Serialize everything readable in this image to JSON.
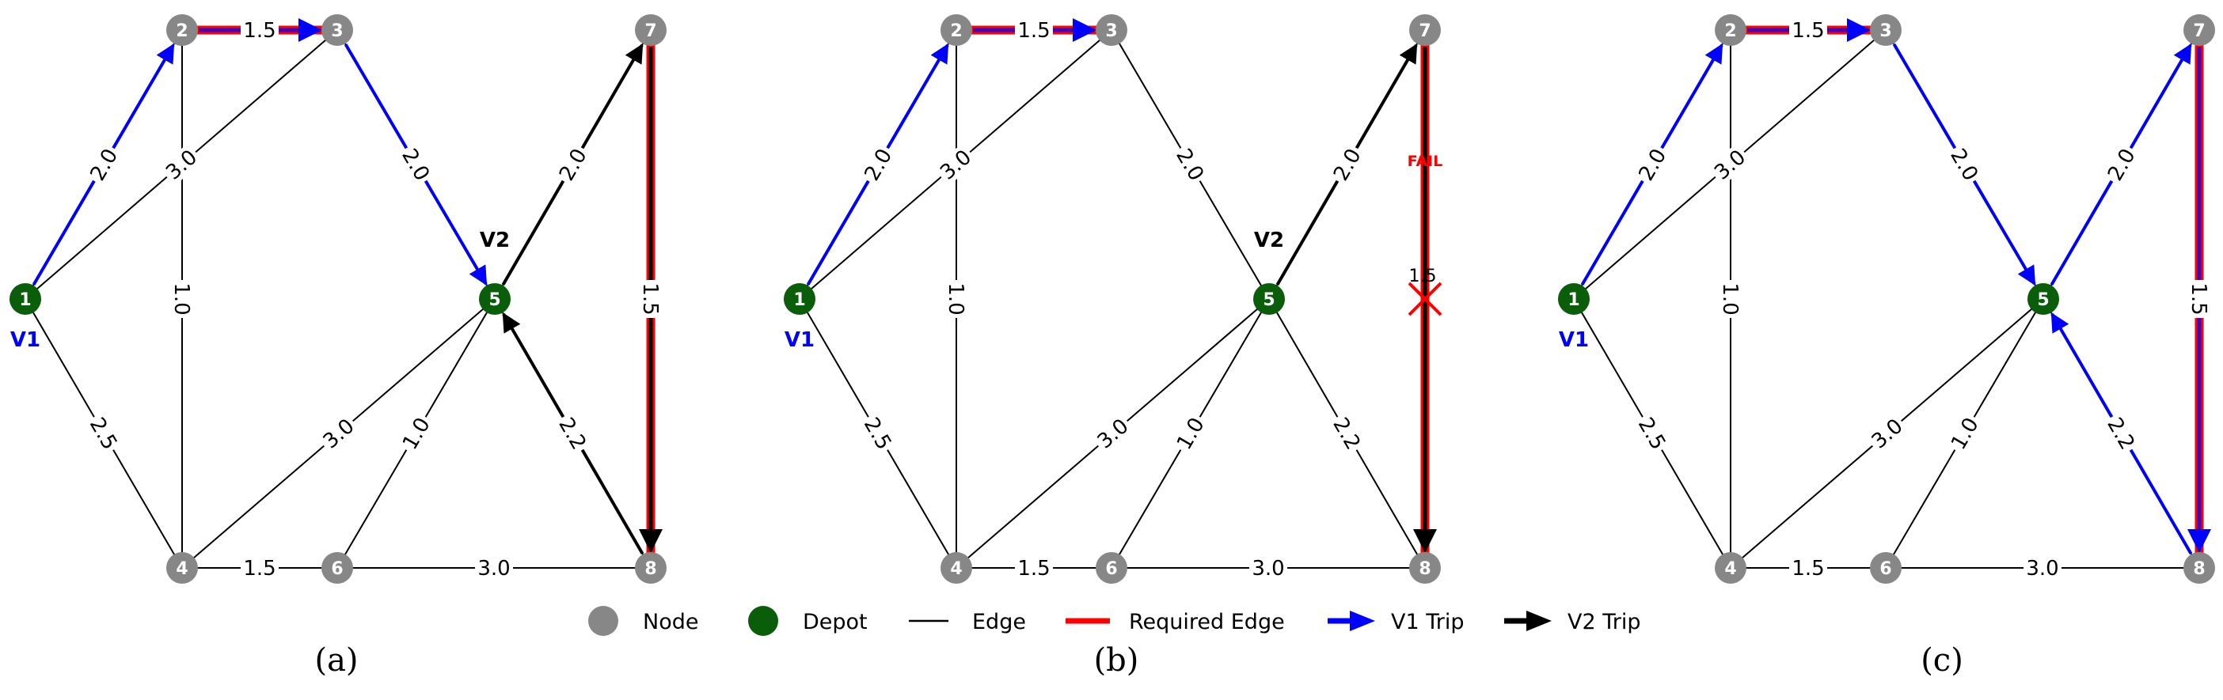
{
  "colors": {
    "node": "#878787",
    "depot": "#0a5e0a",
    "edge": "#000000",
    "required": "#ff0000",
    "v1": "#0000ff",
    "v2": "#000000",
    "fail": "#ff0000",
    "v1_label": "#0000ff",
    "v2_label": "#000000"
  },
  "nodes": [
    {
      "id": "1",
      "label": "1",
      "depot": true
    },
    {
      "id": "2",
      "label": "2",
      "depot": false
    },
    {
      "id": "3",
      "label": "3",
      "depot": false
    },
    {
      "id": "4",
      "label": "4",
      "depot": false
    },
    {
      "id": "5",
      "label": "5",
      "depot": true
    },
    {
      "id": "6",
      "label": "6",
      "depot": false
    },
    {
      "id": "7",
      "label": "7",
      "depot": false
    },
    {
      "id": "8",
      "label": "8",
      "depot": false
    }
  ],
  "edges": [
    {
      "from": "1",
      "to": "2",
      "label": "2.0"
    },
    {
      "from": "1",
      "to": "3",
      "label": "3.0"
    },
    {
      "from": "1",
      "to": "4",
      "label": "2.5"
    },
    {
      "from": "2",
      "to": "3",
      "label": "1.5"
    },
    {
      "from": "2",
      "to": "4",
      "label": "1.0"
    },
    {
      "from": "3",
      "to": "5",
      "label": "2.0"
    },
    {
      "from": "4",
      "to": "5",
      "label": "3.0"
    },
    {
      "from": "4",
      "to": "6",
      "label": "1.5"
    },
    {
      "from": "5",
      "to": "6",
      "label": "1.0"
    },
    {
      "from": "5",
      "to": "7",
      "label": "2.0"
    },
    {
      "from": "5",
      "to": "8",
      "label": "2.2"
    },
    {
      "from": "6",
      "to": "8",
      "label": "3.0"
    },
    {
      "from": "7",
      "to": "8",
      "label": "1.5"
    }
  ],
  "required_edges": [
    [
      "2",
      "3"
    ],
    [
      "7",
      "8"
    ]
  ],
  "panels": [
    {
      "caption": "(a)",
      "trips": [
        {
          "vehicle": "v1",
          "path": [
            "1",
            "2",
            "3",
            "5"
          ]
        },
        {
          "vehicle": "v2",
          "path": [
            "5",
            "7",
            "8",
            "5"
          ]
        }
      ],
      "vehicle_labels": [
        {
          "text": "V1",
          "vehicle": "v1",
          "node": "1",
          "pos": "below"
        },
        {
          "text": "V2",
          "vehicle": "v2",
          "node": "5",
          "pos": "above"
        }
      ],
      "fail": null
    },
    {
      "caption": "(b)",
      "trips": [
        {
          "vehicle": "v1",
          "path": [
            "1",
            "2",
            "3"
          ]
        },
        {
          "vehicle": "v2",
          "path": [
            "5",
            "7",
            "8"
          ]
        }
      ],
      "vehicle_labels": [
        {
          "text": "V1",
          "vehicle": "v1",
          "node": "1",
          "pos": "below"
        },
        {
          "text": "V2",
          "vehicle": "v2",
          "node": "5",
          "pos": "above"
        }
      ],
      "fail": {
        "edge": [
          "7",
          "8"
        ],
        "text": "FAIL"
      }
    },
    {
      "caption": "(c)",
      "trips": [
        {
          "vehicle": "v1",
          "path": [
            "1",
            "2",
            "3",
            "5",
            "7",
            "8",
            "5"
          ]
        }
      ],
      "vehicle_labels": [
        {
          "text": "V1",
          "vehicle": "v1",
          "node": "1",
          "pos": "below"
        }
      ],
      "fail": null
    }
  ],
  "legend": [
    {
      "kind": "node",
      "label": "Node"
    },
    {
      "kind": "depot",
      "label": "Depot"
    },
    {
      "kind": "edge",
      "label": "Edge"
    },
    {
      "kind": "required",
      "label": "Required Edge"
    },
    {
      "kind": "v1",
      "label": "V1 Trip"
    },
    {
      "kind": "v2",
      "label": "V2 Trip"
    }
  ]
}
